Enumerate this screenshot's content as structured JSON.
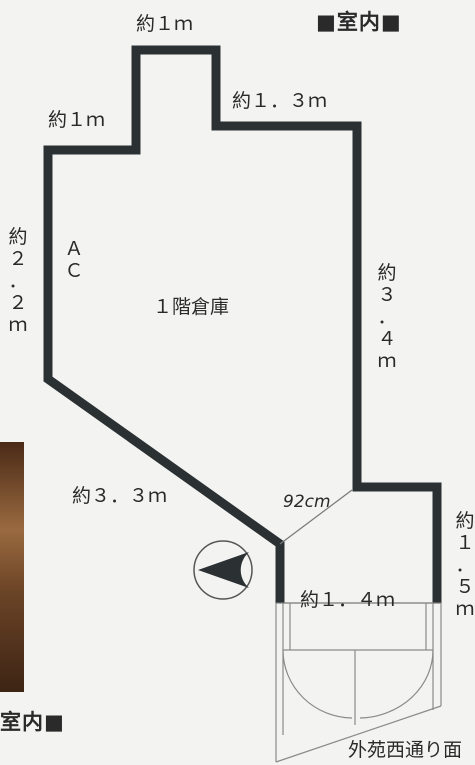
{
  "header_top": "■室内■",
  "header_bottom": "室内■",
  "room_name": "１階倉庫",
  "ac_label": "Ａ\nＣ",
  "dims": {
    "top": "約１ｍ",
    "step_left": "約１ｍ",
    "step_right": "約１．３ｍ",
    "left_side": "約\n２\n．\n２\nｍ",
    "right_side": "約\n３\n．\n４\nｍ",
    "diagonal": "約３．３ｍ",
    "door_gap": "92cm",
    "entrance_width": "約１．４ｍ",
    "entrance_depth": "約\n１\n．\n５\nｍ"
  },
  "street_label": "外苑西通り面",
  "colors": {
    "wall": "#2b3033",
    "line": "#555555",
    "background": "#f3f3f1"
  }
}
